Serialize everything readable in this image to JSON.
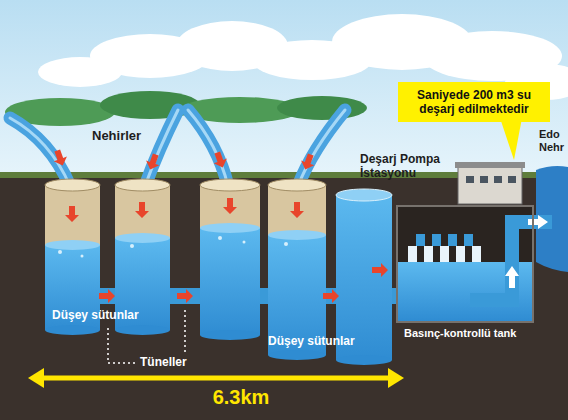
{
  "diagram": {
    "nodes": [
      {
        "text": [
          "Saniyede 200 m3 su deşarj edilmektedir"
        ]
      },
      {
        "text": [
          "Deşarj Pompa İstasyonu"
        ]
      },
      {
        "text": [
          "Basınç-kontrollü tank"
        ]
      }
    ],
    "labels": [
      "Nehirler",
      "Düşey sütunlar",
      "Tüneller",
      "Düşey sütunlar",
      "6.3km",
      "Edo Nehr"
    ]
  }
}
